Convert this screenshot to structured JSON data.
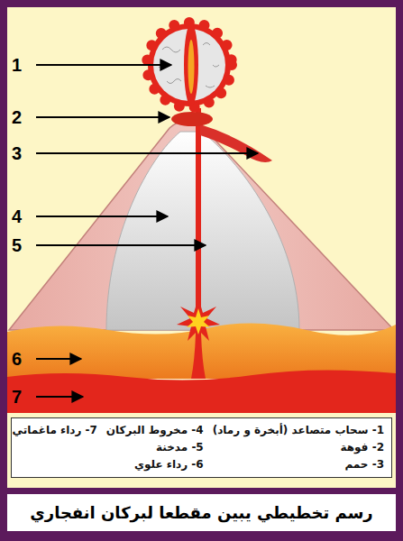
{
  "diagram": {
    "caption": "رسم تخطيطي يبين مقطعا لبركان انفجاري",
    "nodes": [
      {
        "text": [
          "1- سحاب متصاعد (أبخرة و رماد)",
          "2- فوهة",
          "3- حمم",
          "4- مخروط البركان",
          "5- مدخنة",
          "6- رداء علوي",
          "7- رداء ماغماتي"
        ]
      }
    ],
    "labels": [
      "1",
      "2",
      "3",
      "4",
      "5",
      "6",
      "7"
    ]
  }
}
